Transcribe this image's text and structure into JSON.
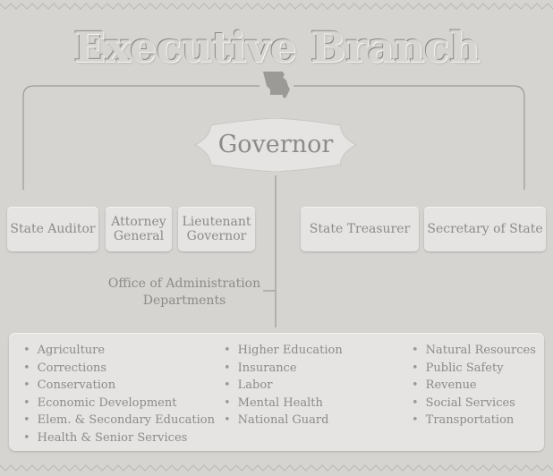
{
  "title": "Executive Branch",
  "center": {
    "label": "Governor",
    "icon": "missouri-state-icon"
  },
  "offices": [
    {
      "label": "State Auditor"
    },
    {
      "label": "Attorney\nGeneral"
    },
    {
      "label": "Lieutenant\nGovernor"
    },
    {
      "label": "State Treasurer"
    },
    {
      "label": "Secretary of State"
    }
  ],
  "administration": {
    "label": "Office of Administration\nDepartments"
  },
  "departments": {
    "column1": [
      "Agriculture",
      "Corrections",
      "Conservation",
      "Economic Development",
      "Elem. & Secondary Education",
      "Health & Senior Services"
    ],
    "column2": [
      "Higher Education",
      "Insurance",
      "Labor",
      "Mental Health",
      "National Guard"
    ],
    "column3": [
      "Natural Resources",
      "Public Safety",
      "Revenue",
      "Social Services",
      "Transportation"
    ]
  },
  "colors": {
    "background": "#d6d4d1",
    "box": "#e5e4e2",
    "text": "#8d8b88",
    "line": "#9c9a97"
  }
}
